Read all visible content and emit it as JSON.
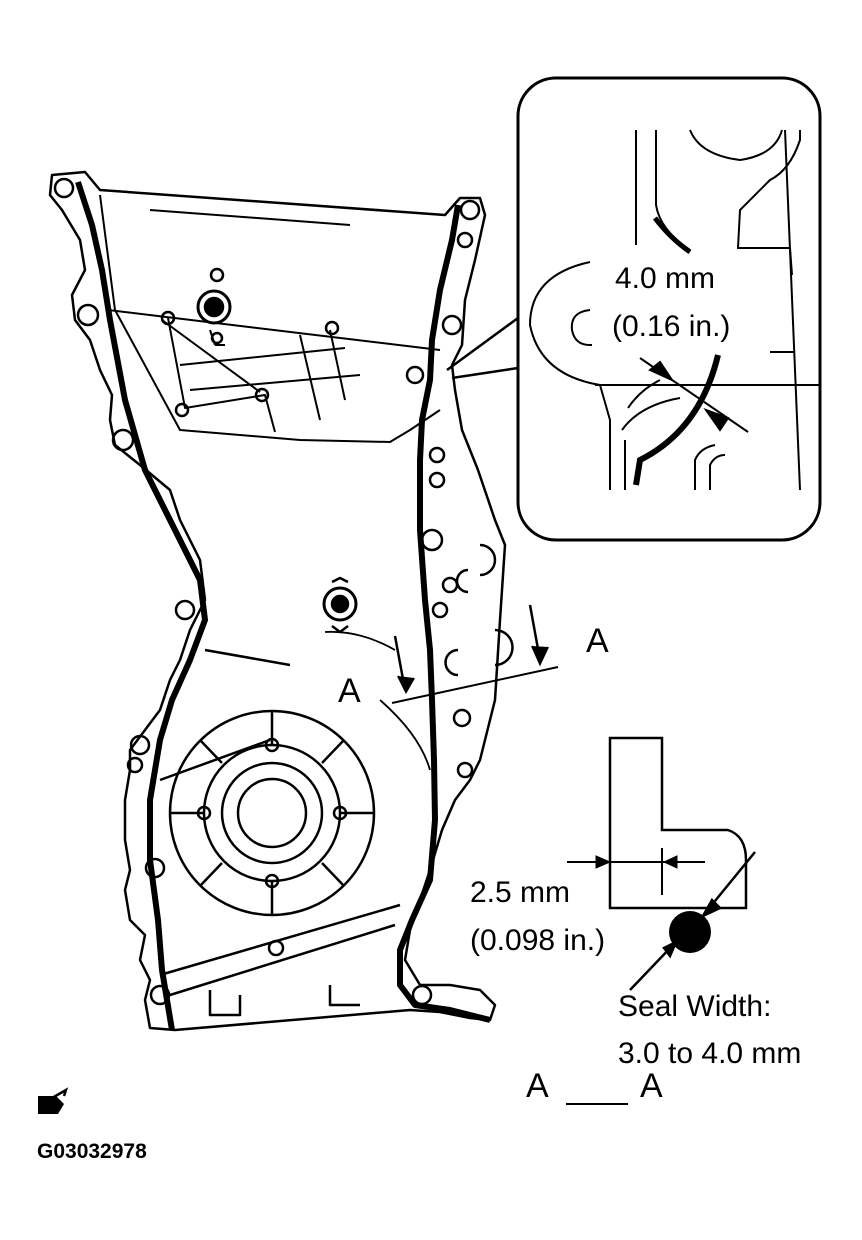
{
  "labels": {
    "inset_dim_mm": "4.0 mm",
    "inset_dim_in": "(0.16 in.)",
    "section_left": "A",
    "section_right": "A",
    "bead_dim_mm": "2.5 mm",
    "bead_dim_in": "(0.098 in.)",
    "seal_width_label": "Seal Width:",
    "seal_width_value": "3.0 to 4.0 mm",
    "section_view_a1": "A",
    "section_view_a2": "A",
    "figure_code": "G03032978"
  },
  "icons": {
    "corner_mark": "seal-application-icon"
  }
}
